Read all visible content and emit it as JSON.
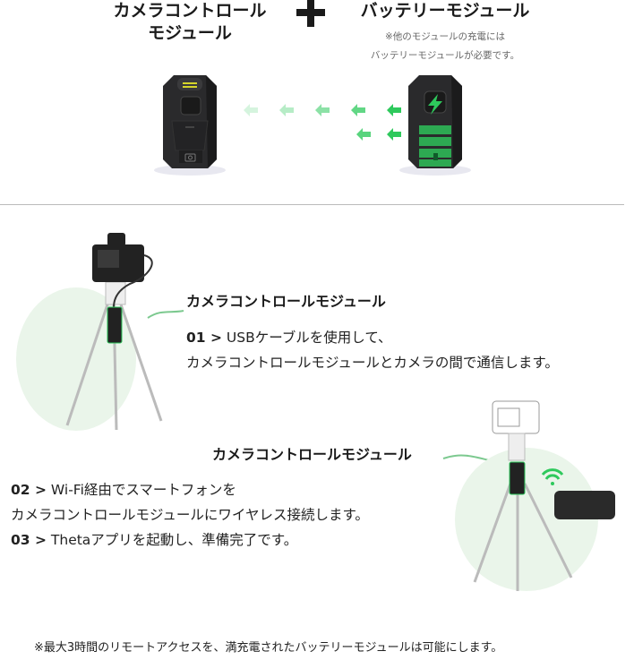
{
  "header": {
    "left_title_line1": "カメラコントロール",
    "left_title_line2": "モジュール",
    "right_title": "バッテリーモジュール",
    "right_note_line1": "※他のモジュールの充電には",
    "right_note_line2": "バッテリーモジュールが必要です。"
  },
  "step1": {
    "label": "カメラコントロールモジュール",
    "num": "01 >",
    "line1": " USBケーブルを使用して、",
    "line2": "カメラコントロールモジュールとカメラの間で通信します。"
  },
  "step2": {
    "label": "カメラコントロールモジュール",
    "num2": "02 >",
    "line1": " Wi-Fi経由でスマートフォンを",
    "line2": "カメラコントロールモジュールにワイヤレス接続します。",
    "num3": "03 >",
    "line3": " Thetaアプリを起動し、準備完了です。"
  },
  "footer": "※最大3時間のリモートアクセスを、満充電されたバッテリーモジュールは可能にします。",
  "colors": {
    "accent": "#2ec95c",
    "circle": "#eaf5ea",
    "device": "#2a2a2c"
  }
}
